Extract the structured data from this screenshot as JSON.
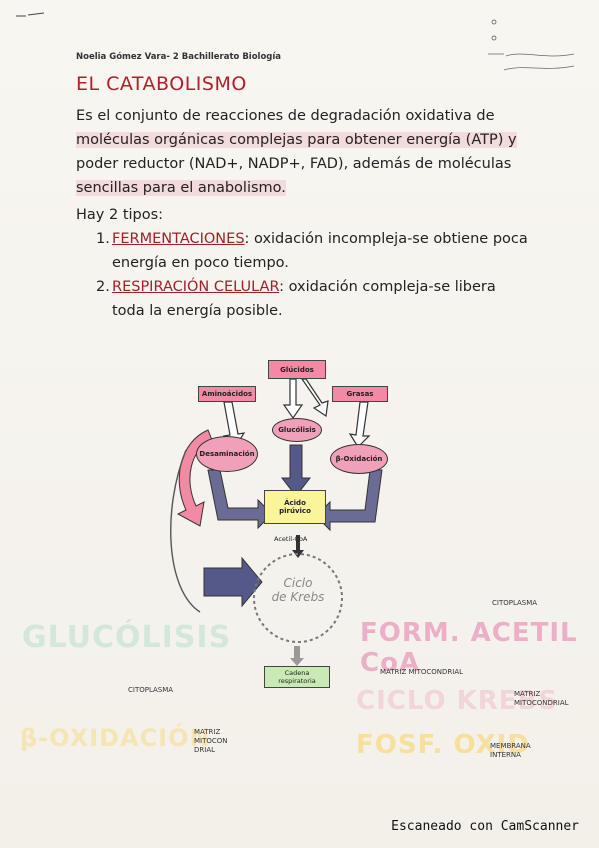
{
  "header": {
    "author": "Noelia Gómez Vara- 2 Bachillerato Biología"
  },
  "title": "EL CATABOLISMO",
  "intro": {
    "lines": [
      "Es el conjunto de reacciones de degradación oxidativa de",
      "moléculas orgánicas complejas para obtener energía (ATP) y",
      "poder reductor (NAD+, NADP+, FAD), además de moléculas",
      "sencillas para el anabolismo."
    ]
  },
  "types_heading": "Hay 2 tipos:",
  "types": [
    {
      "num": "1.",
      "term": "FERMENTACIONES",
      "text": ": oxidación incompleja-se obtiene poca",
      "cont": "energía en poco tiempo."
    },
    {
      "num": "2.",
      "term": "RESPIRACIÓN CELULAR",
      "text": ": oxidación compleja-se libera",
      "cont": "toda la energía posible."
    }
  ],
  "diagram": {
    "glucidos": "Glúcidos",
    "aminoacidos": "Aminoácidos",
    "grasas": "Grasas",
    "glucolisis": "Glucólisis",
    "desaminacion": "Desaminación",
    "boxidacion": "β-Oxidación",
    "acido_line1": "Ácido",
    "acido_line2": "pirúvico",
    "acetil": "Acetil-CoA",
    "ciclo_line1": "Ciclo",
    "ciclo_line2": "de Krebs",
    "cadena_line1": "Cadena",
    "cadena_line2": "respiratoria"
  },
  "side_labels": {
    "glucolisis_faint": "GLUCÓLISIS",
    "form_acetil": "FORM. ACETIL CoA",
    "ciclo_krebs": "CICLO KREBS",
    "fosf_oxid": "FOSF. OXID",
    "b_oxidacion": "β-OXIDACIÓN",
    "citoplasma_right": "CITOPLASMA",
    "citoplasma_left": "CITOPLASMA",
    "matriz_mito": "MATRIZ MITOCONDRIAL",
    "matriz_right_1": "MATRIZ",
    "matriz_right_2": "MITOCONDRIAL",
    "mem_1": "MEMBRANA",
    "mem_2": "INTERNA",
    "matriz_left_1": "MATRIZ",
    "matriz_left_2": "MITOCON",
    "matriz_left_3": "DRIAL"
  },
  "footer": "Escaneado con CamScanner",
  "colors": {
    "title": "#b0202a",
    "pink": "#f28aa3",
    "yellow": "#fbf59a",
    "green": "#c9eab4",
    "arrow_blue": "#55598a"
  }
}
